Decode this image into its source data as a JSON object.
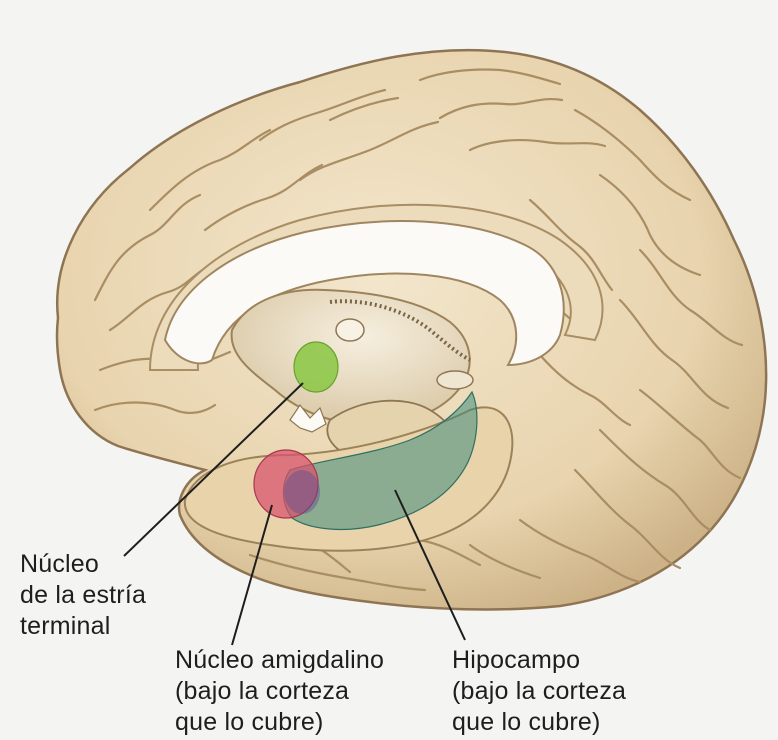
{
  "labels": {
    "bed_nucleus": {
      "lines": [
        "Núcleo",
        "de la estría",
        "terminal"
      ]
    },
    "amygdala": {
      "lines": [
        "Núcleo amigdalino",
        "(bajo la corteza",
        "que lo cubre)"
      ]
    },
    "hippocampus": {
      "lines": [
        "Hipocampo",
        "(bajo la corteza",
        "que lo cubre)"
      ]
    }
  },
  "colors": {
    "background": "#f4f4f2",
    "cortex": "#ead7b4",
    "sulcus": "#b3986e",
    "bed_nucleus": "#8fc84a",
    "amygdala": "#d8506e",
    "hippocampus": "#3f8c7c"
  }
}
